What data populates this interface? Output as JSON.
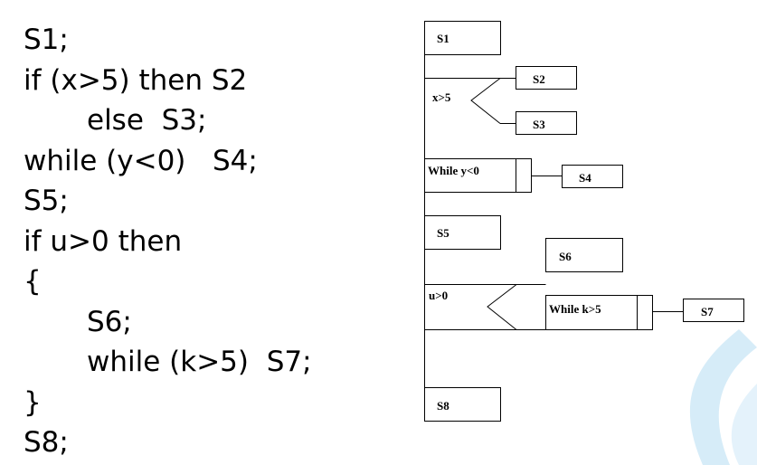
{
  "code_lines": [
    {
      "text": "S1;",
      "indent": false
    },
    {
      "text": "if (x>5) then S2",
      "indent": false
    },
    {
      "text": "else  S3;",
      "indent": true
    },
    {
      "text": "while (y<0)   S4;",
      "indent": false
    },
    {
      "text": "S5;",
      "indent": false
    },
    {
      "text": "if u>0 then",
      "indent": false
    },
    {
      "text": "{",
      "indent": false
    },
    {
      "text": "S6;",
      "indent": true
    },
    {
      "text": "while (k>5)  S7;",
      "indent": true
    },
    {
      "text": "}",
      "indent": false
    },
    {
      "text": "S8;",
      "indent": false
    }
  ],
  "diagram": {
    "s1": "S1",
    "cond_x": "x>5",
    "s2": "S2",
    "s3": "S3",
    "while_y": "While y<0",
    "s4": "S4",
    "s5": "S5",
    "cond_u": "u>0",
    "s6": "S6",
    "while_k": "While k>5",
    "s7": "S7",
    "s8": "S8"
  },
  "colors": {
    "line": "#000000",
    "watermark": "#d6ecf8"
  }
}
